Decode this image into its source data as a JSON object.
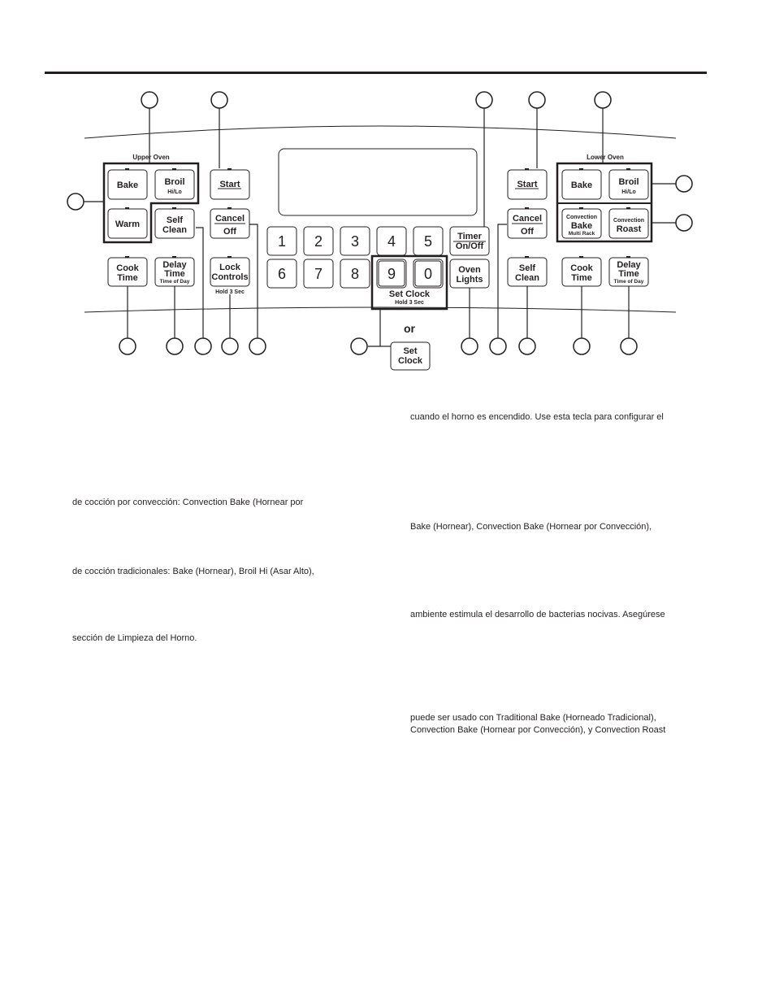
{
  "panel": {
    "upper_oven_label": "Upper Oven",
    "lower_oven_label": "Lower Oven",
    "or_label": "or",
    "hold_3_sec": "Hold 3 Sec",
    "set_clock_group": {
      "line1": "Set Clock",
      "line2": "Hold 3 Sec"
    },
    "keys": {
      "upper_bake": "Bake",
      "upper_broil": "Broil",
      "upper_broil_sub": "Hi/Lo",
      "upper_warm": "Warm",
      "upper_self": "Self",
      "upper_clean": "Clean",
      "upper_start": "Start",
      "upper_cancel": "Cancel",
      "upper_off": "Off",
      "upper_cook": "Cook",
      "upper_time": "Time",
      "upper_delay": "Delay",
      "upper_delay_time": "Time",
      "upper_delay_sub": "Time of Day",
      "lock": "Lock",
      "controls": "Controls",
      "timer": "Timer",
      "timer_onoff": "On/Off",
      "oven": "Oven",
      "lights": "Lights",
      "set": "Set",
      "clock": "Clock",
      "lower_start": "Start",
      "lower_cancel": "Cancel",
      "lower_off": "Off",
      "lower_bake": "Bake",
      "lower_broil": "Broil",
      "lower_broil_sub": "Hi/Lo",
      "conv_bake_top": "Convection",
      "conv_bake_mid": "Bake",
      "conv_bake_sub": "Multi Rack",
      "conv_roast_top": "Convection",
      "conv_roast_mid": "Roast",
      "lower_self": "Self",
      "lower_clean": "Clean",
      "lower_cook": "Cook",
      "lower_time": "Time",
      "lower_delay": "Delay",
      "lower_delay_time": "Time",
      "lower_delay_sub": "Time of Day"
    },
    "digits": [
      "1",
      "2",
      "3",
      "4",
      "5",
      "6",
      "7",
      "8",
      "9",
      "0"
    ]
  },
  "text": {
    "left": [
      "de cocción por convección: Convection Bake (Hornear por",
      "de cocción tradicionales: Bake (Hornear), Broil Hi (Asar Alto),",
      "sección de Limpieza del Horno."
    ],
    "right": [
      "cuando el horno es encendido. Use esta tecla para configurar el",
      "Bake (Hornear), Convection Bake (Hornear por Convección),",
      "ambiente estimula el desarrollo de bacterias nocivas. Asegúrese",
      "puede ser usado con Traditional Bake (Horneado Tradicional),",
      "Convection Bake (Hornear por Convección), y Convection Roast"
    ]
  }
}
